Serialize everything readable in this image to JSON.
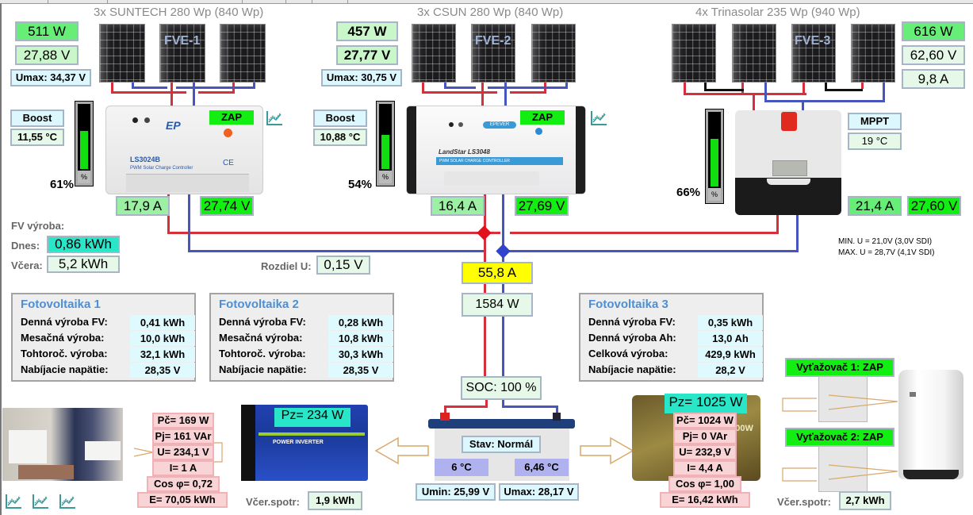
{
  "fve1": {
    "title": "3x SUNTECH 280 Wp (840 Wp)",
    "label": "FVE-1",
    "power": "511 W",
    "voltage": "27,88 V",
    "umax": "Umax: 34,37 V",
    "mode": "Boost",
    "temperature": "11,55 °C",
    "gauge_percent_label": "61%",
    "gauge_fraction": 0.61,
    "gauge_unit": "%",
    "controller_model": "LS3024B",
    "controller_sub": "PWM Solar Charge Controller",
    "state": "ZAP",
    "out_current": "17,9 A",
    "out_voltage": "27,74 V"
  },
  "fve2": {
    "title": "3x CSUN 280 Wp (840 Wp)",
    "label": "FVE-2",
    "power": "457 W",
    "voltage": "27,77 V",
    "umax": "Umax: 30,75 V",
    "mode": "Boost",
    "temperature": "10,88 °C",
    "gauge_percent_label": "54%",
    "gauge_fraction": 0.54,
    "gauge_unit": "%",
    "controller_model": "LandStar LS3048",
    "controller_sub": "PWM SOLAR CHARGE CONTROLLER",
    "brand": "EPEVER",
    "state": "ZAP",
    "out_current": "16,4 A",
    "out_voltage": "27,69 V"
  },
  "fve3": {
    "title": "4x Trinasolar 235 Wp (940 Wp)",
    "label": "FVE-3",
    "power": "616 W",
    "voltage": "62,60 V",
    "current": "9,8 A",
    "mode": "MPPT",
    "temperature": "19 °C",
    "gauge_percent_label": "66%",
    "gauge_fraction": 0.66,
    "gauge_unit": "%",
    "out_current": "21,4 A",
    "out_voltage": "27,60 V"
  },
  "production": {
    "heading": "FV výroba:",
    "today_label": "Dnes:",
    "today_value": "0,86 kWh",
    "yesterday_label": "Včera:",
    "yesterday_value": "5,2 kWh"
  },
  "voltage_diff": {
    "label": "Rozdiel U:",
    "value": "0,15 V"
  },
  "limits": {
    "min": "MIN. U = 21,0V  (3,0V SDI)",
    "max": "MAX. U = 28,7V  (4,1V SDI)"
  },
  "bus": {
    "current": "55,8 A",
    "power": "1584 W"
  },
  "stats": [
    {
      "title": "Fotovoltaika 1",
      "rows": [
        {
          "label": "Denná výroba FV:",
          "value": "0,41 kWh"
        },
        {
          "label": "Mesačná výroba:",
          "value": "10,0 kWh"
        },
        {
          "label": "Tohtoroč. výroba:",
          "value": "32,1 kWh"
        },
        {
          "label": "Nabíjacie napätie:",
          "value": "28,35 V"
        }
      ]
    },
    {
      "title": "Fotovoltaika 2",
      "rows": [
        {
          "label": "Denná výroba FV:",
          "value": "0,28 kWh"
        },
        {
          "label": "Mesačná výroba:",
          "value": "10,8 kWh"
        },
        {
          "label": "Tohtoroč. výroba:",
          "value": "30,3 kWh"
        },
        {
          "label": "Nabíjacie napätie:",
          "value": "28,35 V"
        }
      ]
    },
    {
      "title": "Fotovoltaika 3",
      "rows": [
        {
          "label": "Denná výroba FV:",
          "value": "0,35 kWh"
        },
        {
          "label": "Denná výroba Ah:",
          "value": "13,0 Ah"
        },
        {
          "label": "Celková výroba:",
          "value": "429,9 kWh"
        },
        {
          "label": "Nabíjacie napätie:",
          "value": "28,2 V"
        }
      ]
    }
  ],
  "battery": {
    "soc": "SOC:  100 %",
    "state": "Stav: Normál",
    "temp1": "6 °C",
    "temp2": "6,46 °C",
    "umin": "Umin: 25,99 V",
    "umax": "Umax: 28,17 V"
  },
  "inverter1": {
    "pz": "Pz= 234 W",
    "pc": "Pč= 169 W",
    "pj": "Pj= 161 VAr",
    "u": "U= 234,1 V",
    "i": "I= 1 A",
    "cos": "Cos φ= 0,72",
    "e": "E= 70,05 kWh",
    "yesterday_label": "Včer.spotr:",
    "yesterday_value": "1,9 kWh",
    "label_text": "POWER INVERTER"
  },
  "inverter2": {
    "pz": "Pz= 1025 W",
    "pc": "Pč= 1024 W",
    "pj": "Pj= 0 VAr",
    "u": "U= 232,9 V",
    "i": "I= 4,4 A",
    "cos": "Cos φ= 1,00",
    "e": "E= 16,42 kWh",
    "yesterday_label": "Včer.spotr:",
    "yesterday_value": "2,7 kWh",
    "label_text": "1400W"
  },
  "dumpers": [
    {
      "label": "Vyťažovač 1: ZAP"
    },
    {
      "label": "Vyťažovač 2: ZAP"
    }
  ],
  "colors": {
    "positive_wire": "#d6303c",
    "negative_wire": "#4656be",
    "on_green": "#12ee12",
    "stats_title": "#4d8fd4"
  }
}
